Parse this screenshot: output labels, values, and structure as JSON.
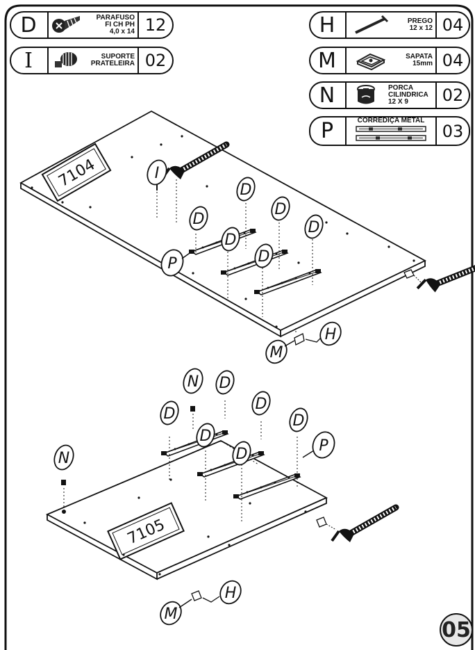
{
  "parts": [
    {
      "id": "D",
      "name_lines": [
        "PARAFUSO",
        "FI CH PH",
        "4,0  x 14"
      ],
      "qty": "12",
      "icon": "screw-icon"
    },
    {
      "id": "I",
      "name_lines": [
        "SUPORTE",
        "PRATELEIRA"
      ],
      "qty": "02",
      "icon": "shelf-support-icon"
    },
    {
      "id": "H",
      "name_lines": [
        "PREGO",
        "12 x 12"
      ],
      "qty": "04",
      "icon": "nail-icon"
    },
    {
      "id": "M",
      "name_lines": [
        "SAPATA",
        "15mm"
      ],
      "qty": "04",
      "icon": "foot-pad-icon"
    },
    {
      "id": "N",
      "name_lines": [
        "PORCA",
        "CILINDRICA",
        "12 X 9"
      ],
      "qty": "02",
      "icon": "cylindrical-nut-icon"
    },
    {
      "id": "P",
      "name_lines": [
        "CORREDIÇA METAL"
      ],
      "qty": "03",
      "icon": "metal-slide-icon"
    }
  ],
  "panels": {
    "top": "7104",
    "bottom": "7105"
  },
  "callouts": {
    "D": "D",
    "I": "I",
    "P": "P",
    "M": "M",
    "H": "H",
    "N": "N"
  },
  "page_number": "05"
}
